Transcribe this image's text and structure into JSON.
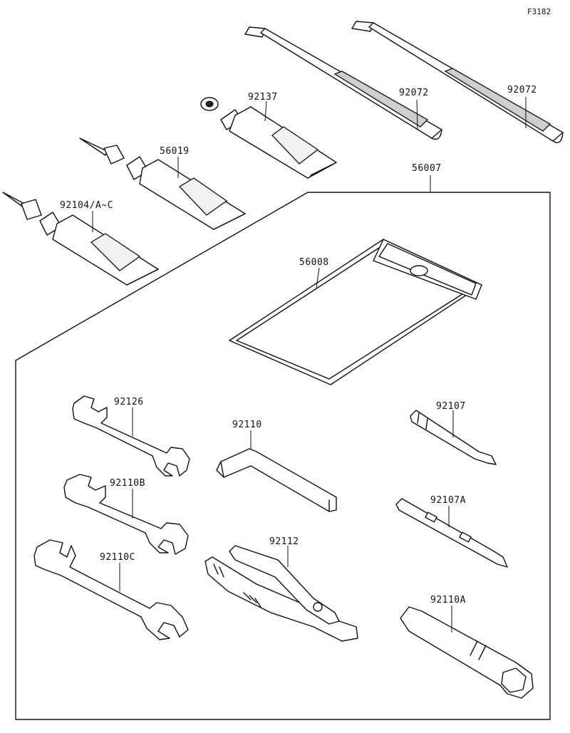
{
  "figure": {
    "id": "F3182",
    "colors": {
      "ink": "#111111",
      "paper": "#ffffff"
    }
  },
  "parts": {
    "tie_left": "92072",
    "tie_right": "92072",
    "tube_small": "92137",
    "tube_mid": "56019",
    "tube_big": "92104/A~C",
    "tool_kit": "56007",
    "tool_bag": "56008",
    "wrench_top": "92126",
    "wrench_mid": "92110B",
    "wrench_bottom": "92110C",
    "hex_key": "92110",
    "pliers": "92112",
    "screwdriver_bit": "92107",
    "screwdriver_handle": "92107A",
    "box_spanner": "92110A"
  }
}
